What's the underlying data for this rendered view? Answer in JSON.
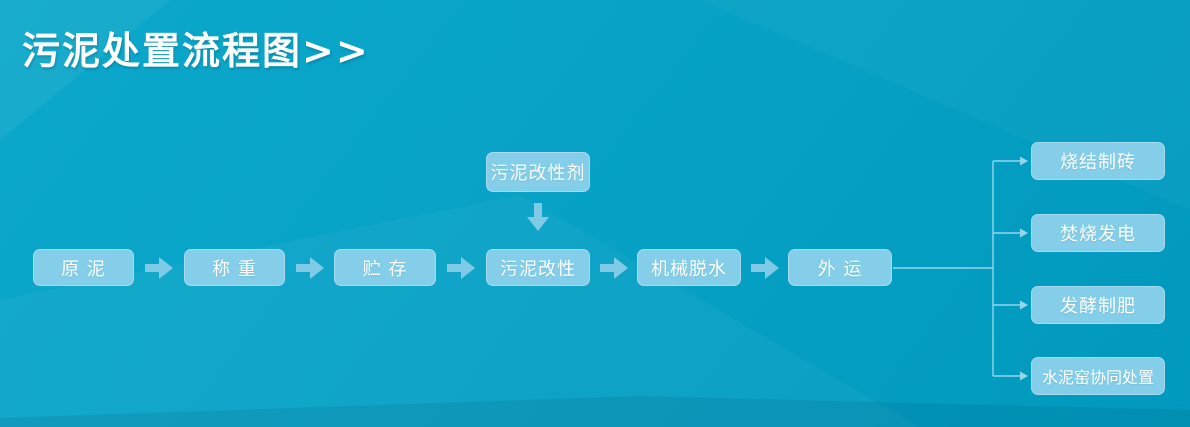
{
  "title": "污泥处置流程图>>",
  "colors": {
    "background_top": "#0ca8cb",
    "background_bottom": "#0099bd",
    "node_fill": "#84cee9",
    "node_text": "#ffffff",
    "arrow": "#7fcbe6",
    "connector": "#aee0f1"
  },
  "flow": {
    "main_steps": [
      "原 泥",
      "称 重",
      "贮 存",
      "污泥改性",
      "机械脱水",
      "外 运"
    ],
    "additive_label": "污泥改性剂",
    "outcomes": [
      "烧结制砖",
      "焚烧发电",
      "发酵制肥",
      "水泥窑协同处置"
    ]
  }
}
